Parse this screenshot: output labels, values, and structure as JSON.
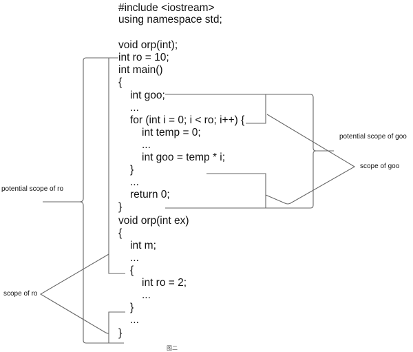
{
  "code": {
    "lines": [
      {
        "text": "#include <iostream>",
        "indent": 0
      },
      {
        "text": "using namespace std;",
        "indent": 0
      },
      {
        "text": "",
        "indent": 0
      },
      {
        "text": "void orp(int);",
        "indent": 0
      },
      {
        "text": "int ro = 10;",
        "indent": 0
      },
      {
        "text": "int main()",
        "indent": 0
      },
      {
        "text": "{",
        "indent": 0
      },
      {
        "text": "int goo;",
        "indent": 1
      },
      {
        "text": "...",
        "indent": 1
      },
      {
        "text": "for (int i = 0; i < ro; i++) {",
        "indent": 1
      },
      {
        "text": "int temp = 0;",
        "indent": 2
      },
      {
        "text": "...",
        "indent": 2
      },
      {
        "text": "int goo = temp * i;",
        "indent": 2
      },
      {
        "text": "}",
        "indent": 1
      },
      {
        "text": "...",
        "indent": 1
      },
      {
        "text": "return 0;",
        "indent": 1
      },
      {
        "text": "}",
        "indent": 0
      },
      {
        "text": "void orp(int ex)",
        "indent": 0
      },
      {
        "text": "{",
        "indent": 0
      },
      {
        "text": "int m;",
        "indent": 1
      },
      {
        "text": "...",
        "indent": 1
      },
      {
        "text": "{",
        "indent": 1
      },
      {
        "text": "int ro = 2;",
        "indent": 2
      },
      {
        "text": "...",
        "indent": 2
      },
      {
        "text": "}",
        "indent": 1
      },
      {
        "text": "...",
        "indent": 1
      },
      {
        "text": "}",
        "indent": 0
      }
    ]
  },
  "annotations": {
    "potential_scope_of_goo": "potential scope of goo",
    "scope_of_goo": "scope of goo",
    "potential_scope_of_ro": "potential scope of ro",
    "scope_of_ro": "scope of ro"
  },
  "caption": "图二",
  "colors": {
    "text": "#111111",
    "line": "#666666",
    "background": "#ffffff"
  }
}
